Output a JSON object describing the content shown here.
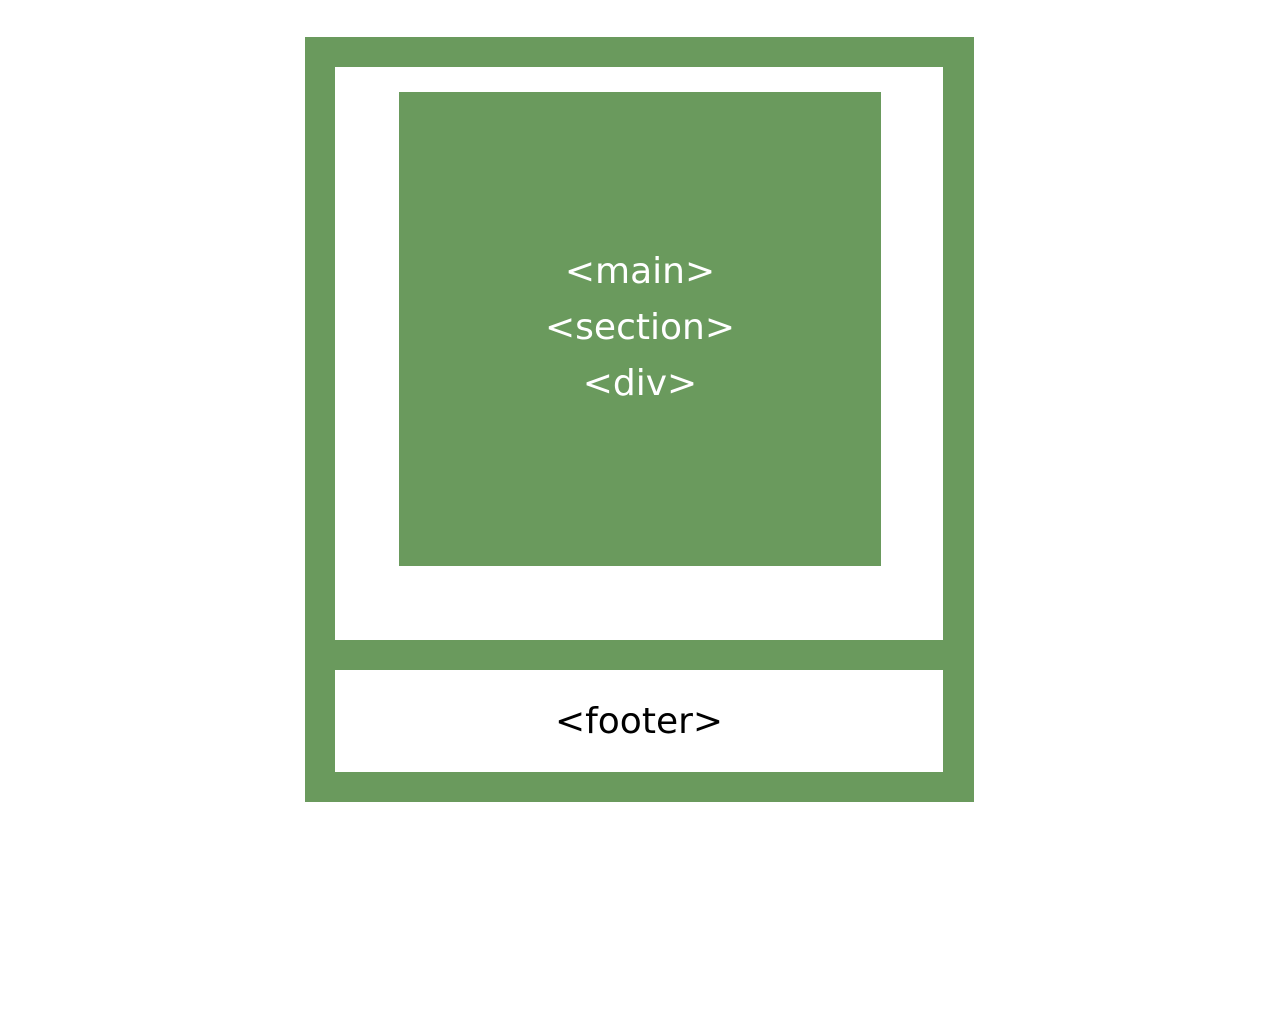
{
  "colors": {
    "frame": "#6a9a5d",
    "panel": "#ffffff",
    "inner_text": "#ffffff",
    "footer_text": "#000000"
  },
  "diagram": {
    "inner_labels": [
      "<main>",
      "<section>",
      "<div>"
    ],
    "footer_label": "<footer>"
  }
}
